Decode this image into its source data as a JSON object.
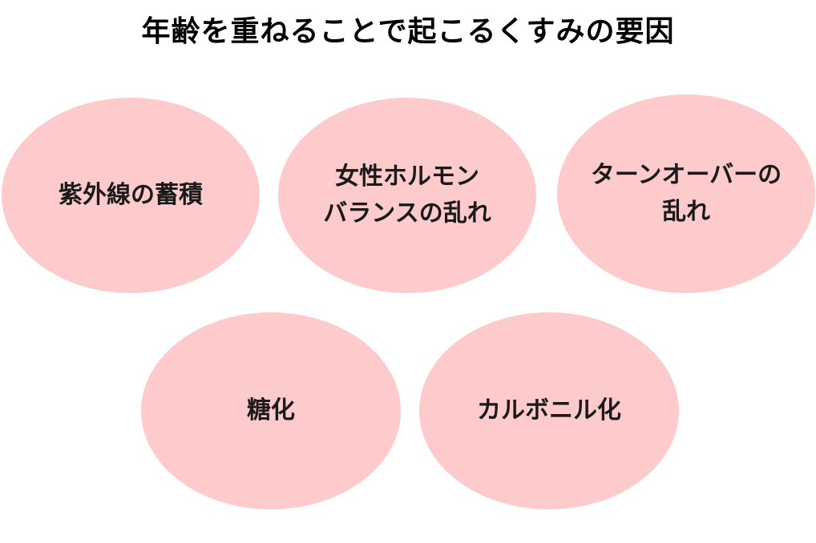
{
  "title": "年齢を重ねることで起こるくすみの要因",
  "colors": {
    "bubble_fill": "#fdcbcb",
    "text": "#1a1a1a",
    "background": "#ffffff"
  },
  "factors": [
    {
      "label": "紫外線の蓄積"
    },
    {
      "label": "女性ホルモン\nバランスの乱れ"
    },
    {
      "label": "ターンオーバーの\n乱れ"
    },
    {
      "label": "糖化"
    },
    {
      "label": "カルボニル化"
    }
  ]
}
